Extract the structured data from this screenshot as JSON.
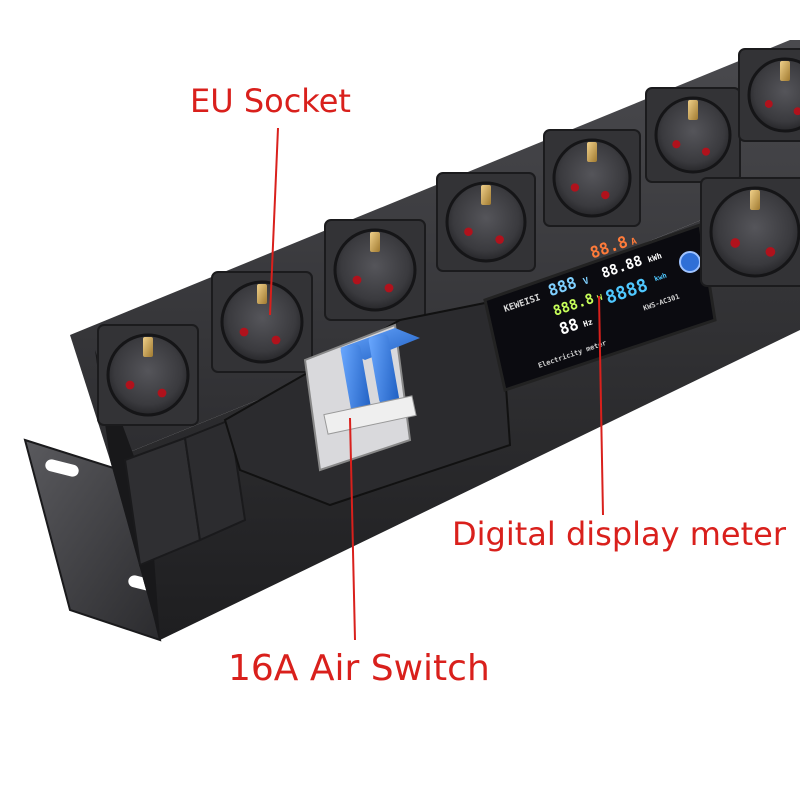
{
  "labels": {
    "eu_socket": "EU Socket",
    "digital_display_meter": "Digital display meter",
    "air_switch": "16A Air Switch"
  },
  "meter": {
    "brand": "KEWEISI",
    "model": "KWS-AC301",
    "caption": "Electricity meter",
    "voltage_digits": "888",
    "voltage_unit": "V",
    "current_digits": "88.8",
    "current_unit": "A",
    "power_digits": "888.8",
    "power_unit": "W",
    "energy_digits": "88.88",
    "energy_unit": "kWh",
    "freq_digits": "88",
    "freq_unit": "Hz",
    "pf_digits": "8888",
    "pf_unit": "kwh"
  },
  "colors": {
    "label_text": "#d9201c",
    "pointer_line": "#d9201c",
    "body": "#2a2a2c",
    "socket": "#3b3b3e",
    "breaker_lever": "#3b7fd9",
    "meter_screen": "#0b0b10"
  },
  "icons": [
    "eu-socket-icon",
    "breaker-icon",
    "meter-icon",
    "mounting-bracket-icon"
  ]
}
